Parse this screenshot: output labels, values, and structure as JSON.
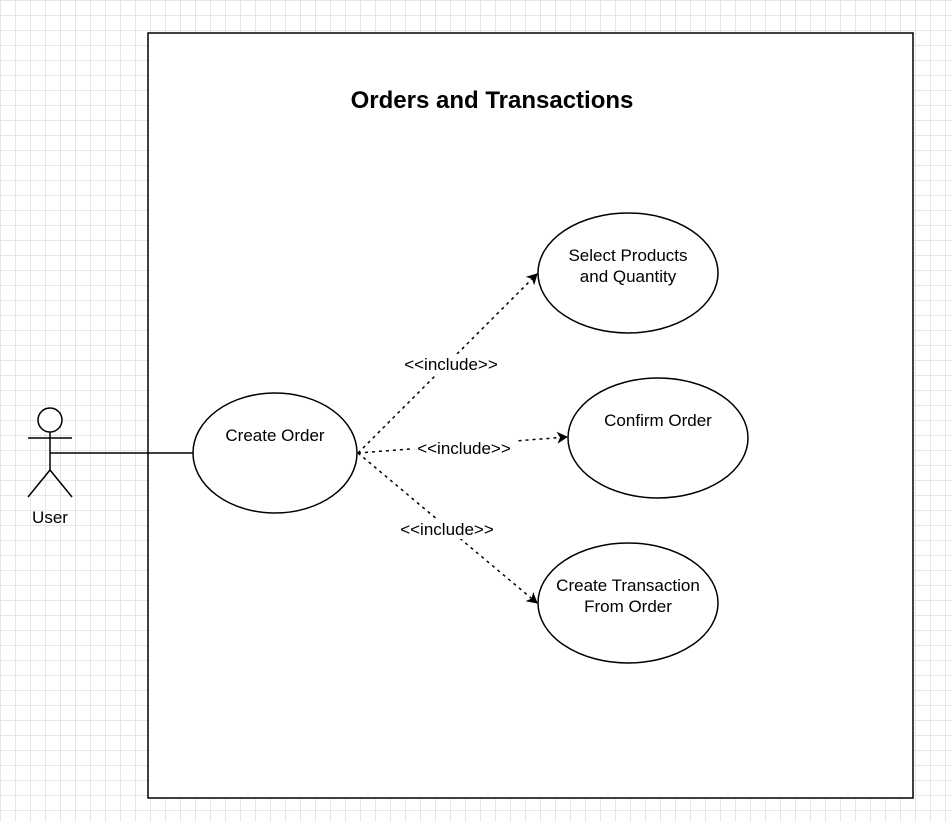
{
  "system_boundary": {
    "title": "Orders and Transactions"
  },
  "actor": {
    "label": "User"
  },
  "use_cases": {
    "create_order": {
      "label": "Create Order"
    },
    "select_products": {
      "label_line1": "Select Products",
      "label_line2": "and Quantity"
    },
    "confirm_order": {
      "label": "Confirm Order"
    },
    "create_transaction": {
      "label_line1": "Create Transaction",
      "label_line2": "From Order"
    }
  },
  "relations": {
    "include_select": "<<include>>",
    "include_confirm": "<<include>>",
    "include_transaction": "<<include>>"
  },
  "colors": {
    "stroke": "#000000",
    "fill": "#ffffff",
    "grid": "#e6e6e6"
  }
}
